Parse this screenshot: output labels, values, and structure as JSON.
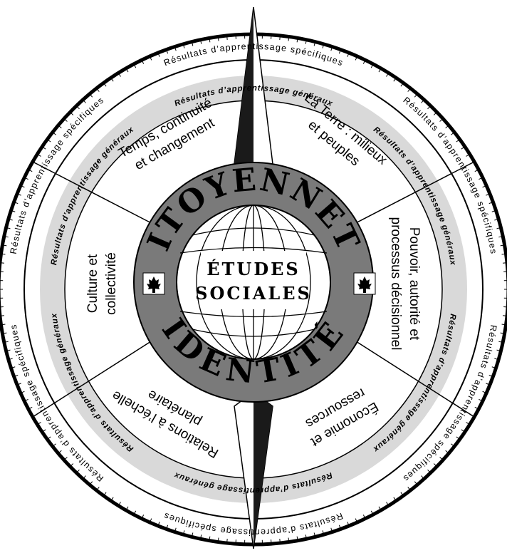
{
  "center": {
    "line1": "ÉTUDES",
    "line2": "SOCIALES"
  },
  "ring": {
    "top": "CITOYENNETÉ",
    "bottom": "IDENTITÉ"
  },
  "segments": [
    {
      "id": "temps",
      "lines": [
        "Temps, continuité",
        "et changement"
      ]
    },
    {
      "id": "terre",
      "lines": [
        "La Terre : milieux",
        "et peuples"
      ]
    },
    {
      "id": "pouvoir",
      "lines": [
        "Pouvoir, autorité et",
        "processus décisionnel"
      ]
    },
    {
      "id": "economie",
      "lines": [
        "Économie et",
        "ressources"
      ]
    },
    {
      "id": "relations",
      "lines": [
        "Relations à l’échelle",
        "planétaire"
      ]
    },
    {
      "id": "culture",
      "lines": [
        "Culture et",
        "collectivité"
      ]
    }
  ],
  "general_label": "Résultats d’apprentissage généraux",
  "specific_label": "Résultats d’apprentissage spécifiques",
  "icons": {
    "left": "maple-leaf-icon",
    "right": "maple-leaf-icon"
  },
  "colors": {
    "ring_dark": "#7a7a7a",
    "ring_light": "#d9d9d9",
    "line": "#000000"
  }
}
